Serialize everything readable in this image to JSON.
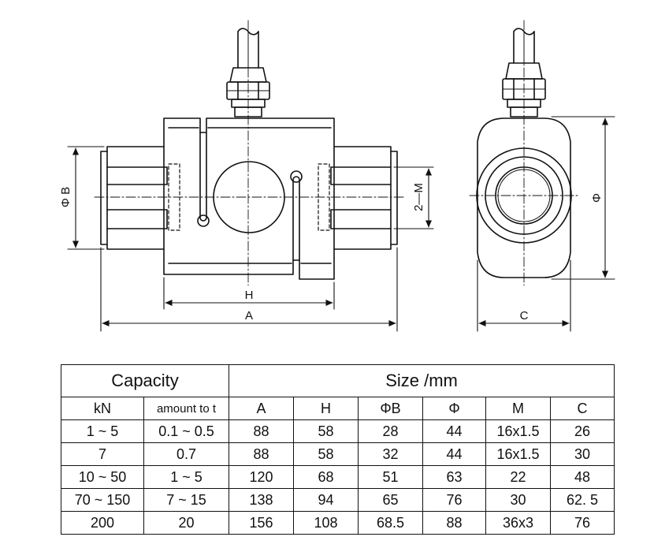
{
  "drawing": {
    "front_view": {
      "dim_h": "H",
      "dim_a": "A",
      "dim_phi_b": "Φ B",
      "dim_m": "2—M"
    },
    "side_view": {
      "dim_phi": "Φ",
      "dim_c": "C"
    }
  },
  "table": {
    "group_headers": {
      "capacity": "Capacity",
      "size": "Size /mm"
    },
    "columns": [
      "kN",
      "amount to t",
      "A",
      "H",
      "ΦB",
      "Φ",
      "M",
      "C"
    ],
    "rows": [
      [
        "1 ~ 5",
        "0.1 ~ 0.5",
        "88",
        "58",
        "28",
        "44",
        "16x1.5",
        "26"
      ],
      [
        "7",
        "0.7",
        "88",
        "58",
        "32",
        "44",
        "16x1.5",
        "30"
      ],
      [
        "10 ~ 50",
        "1 ~ 5",
        "120",
        "68",
        "51",
        "63",
        "22",
        "48"
      ],
      [
        "70 ~ 150",
        "7 ~ 15",
        "138",
        "94",
        "65",
        "76",
        "30",
        "62. 5"
      ],
      [
        "200",
        "20",
        "156",
        "108",
        "68.5",
        "88",
        "36x3",
        "76"
      ]
    ]
  }
}
